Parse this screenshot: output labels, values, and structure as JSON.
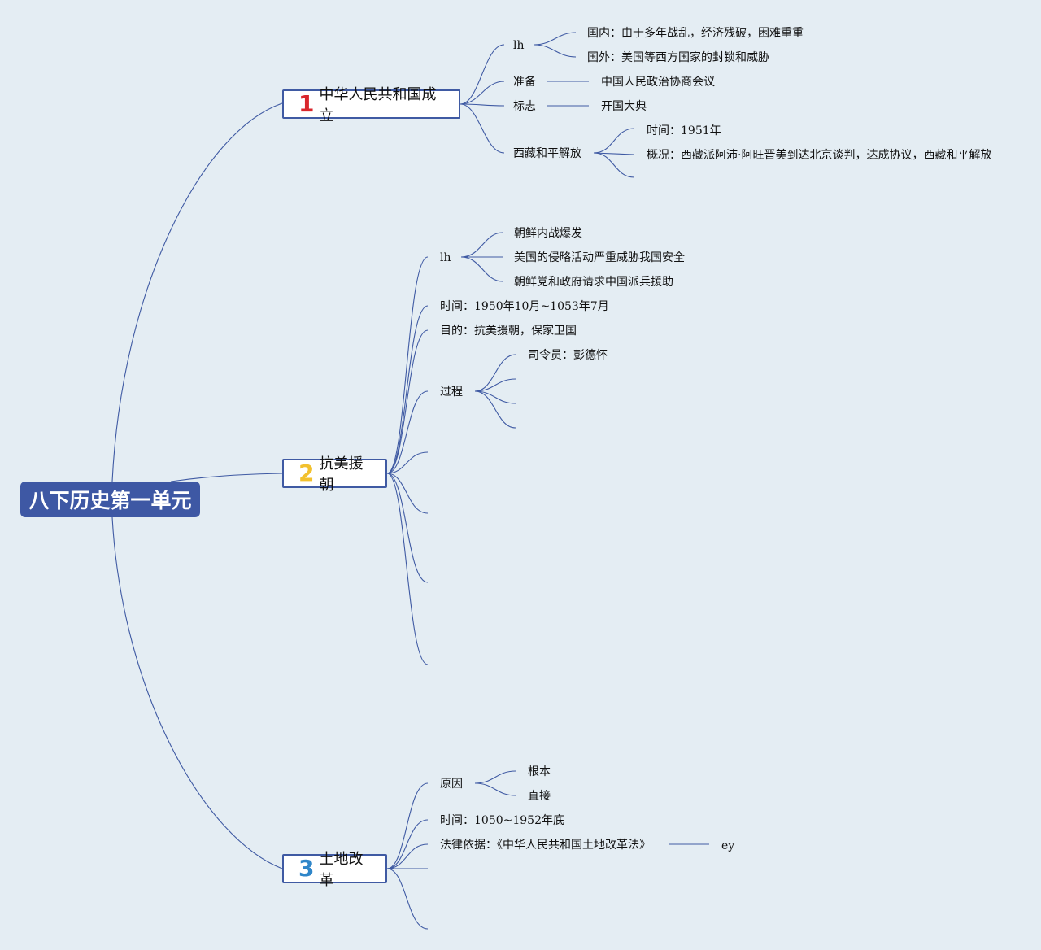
{
  "colors": {
    "background": "#e4edf3",
    "line": "#3f5aa3",
    "root_fill": "#3e58a4",
    "num1": "#d9262c",
    "num2": "#f2c12e",
    "num3": "#2f86c9"
  },
  "root": {
    "label": "八下历史第一单元"
  },
  "topics": [
    {
      "number": "1",
      "label": "中华人民共和国成立",
      "children": {
        "lh": "lh",
        "lh_domestic": "国内：由于多年战乱，经济残破，困难重重",
        "lh_foreign": "国外：美国等西方国家的封锁和威胁",
        "prep": "准备",
        "prep_value": "中国人民政治协商会议",
        "sign": "标志",
        "sign_value": "开国大典",
        "tibet": "西藏和平解放",
        "tibet_time": "时间：1951年",
        "tibet_summary": "概况：西藏派阿沛·阿旺晋美到达北京谈判，达成协议，西藏和平解放"
      }
    },
    {
      "number": "2",
      "label": "抗美援朝",
      "children": {
        "lh": "lh",
        "lh_1": "朝鲜内战爆发",
        "lh_2": "美国的侵略活动严重威胁我国安全",
        "lh_3": "朝鲜党和政府请求中国派兵援助",
        "time": "时间：1950年10月~1053年7月",
        "goal": "目的：抗美援朝，保家卫国",
        "process": "过程",
        "commander": "司令员：彭德怀"
      }
    },
    {
      "number": "3",
      "label": "土地改革",
      "children": {
        "cause": "原因",
        "cause_root": "根本",
        "cause_direct": "直接",
        "time": "时间：1050~1952年底",
        "law": "法律依据：《中华人民共和国土地改革法》",
        "law_note": "ey"
      }
    }
  ]
}
